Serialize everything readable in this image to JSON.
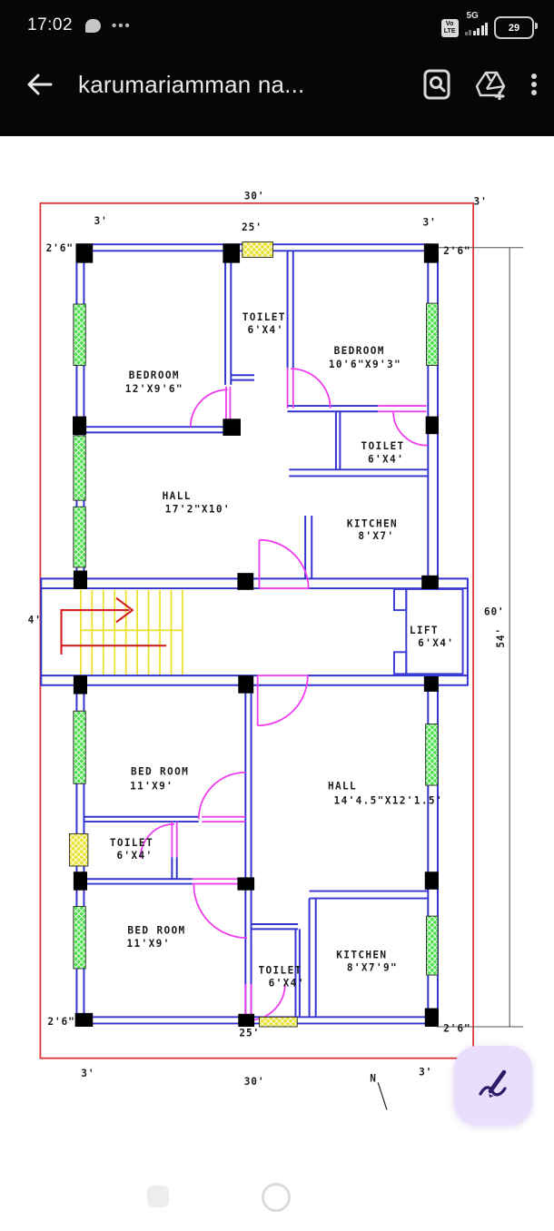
{
  "status_bar": {
    "time": "17:02",
    "menu_dots": "•••",
    "volte_line1": "Vo",
    "volte_line2": "LTE",
    "network": "5G",
    "battery_percent": "29"
  },
  "app_bar": {
    "title": "karumariamman na..."
  },
  "plan": {
    "dims": {
      "top_width": "30'",
      "top_right": "3'",
      "top_setback_left": "3'",
      "top_inner_width": "25'",
      "top_setback_right": "3'",
      "top_offset_left": "2'6\"",
      "top_offset_right": "2'6\"",
      "left_partial": "4'",
      "right_width_total": "60'",
      "right_height": "54'",
      "bottom_offset_left": "2'6\"",
      "bottom_offset_right": "2'6\"",
      "bottom_inner_width": "25'",
      "bottom_setback_left": "3'",
      "bottom_setback_right": "3'",
      "bottom_width": "30'",
      "north": "N"
    },
    "rooms": [
      {
        "name": "BEDROOM",
        "size": "12'X9'6\""
      },
      {
        "name": "TOILET",
        "size": "6'X4'"
      },
      {
        "name": "BEDROOM",
        "size": "10'6\"X9'3\""
      },
      {
        "name": "TOILET",
        "size": "6'X4'"
      },
      {
        "name": "HALL",
        "size": "17'2\"X10'"
      },
      {
        "name": "KITCHEN",
        "size": "8'X7'"
      },
      {
        "name": "LIFT",
        "size": "6'X4'"
      },
      {
        "name": "BED ROOM",
        "size": "11'X9'"
      },
      {
        "name": "HALL",
        "size": "14'4.5\"X12'1.5'"
      },
      {
        "name": "TOILET",
        "size": "6'X4'"
      },
      {
        "name": "BED ROOM",
        "size": "11'X9'"
      },
      {
        "name": "TOILET",
        "size": "6'X4'"
      },
      {
        "name": "KITCHEN",
        "size": "8'X7'9\""
      }
    ],
    "colors": {
      "wall": "#3232cf",
      "door": "#ee3cee",
      "window": "#4ce04c",
      "stair": "#e8e22e",
      "stair_arrow": "#d42020",
      "plot_border": "#e03434",
      "fab_bg": "#e9defc",
      "fab_icon": "#2d1b69"
    }
  }
}
